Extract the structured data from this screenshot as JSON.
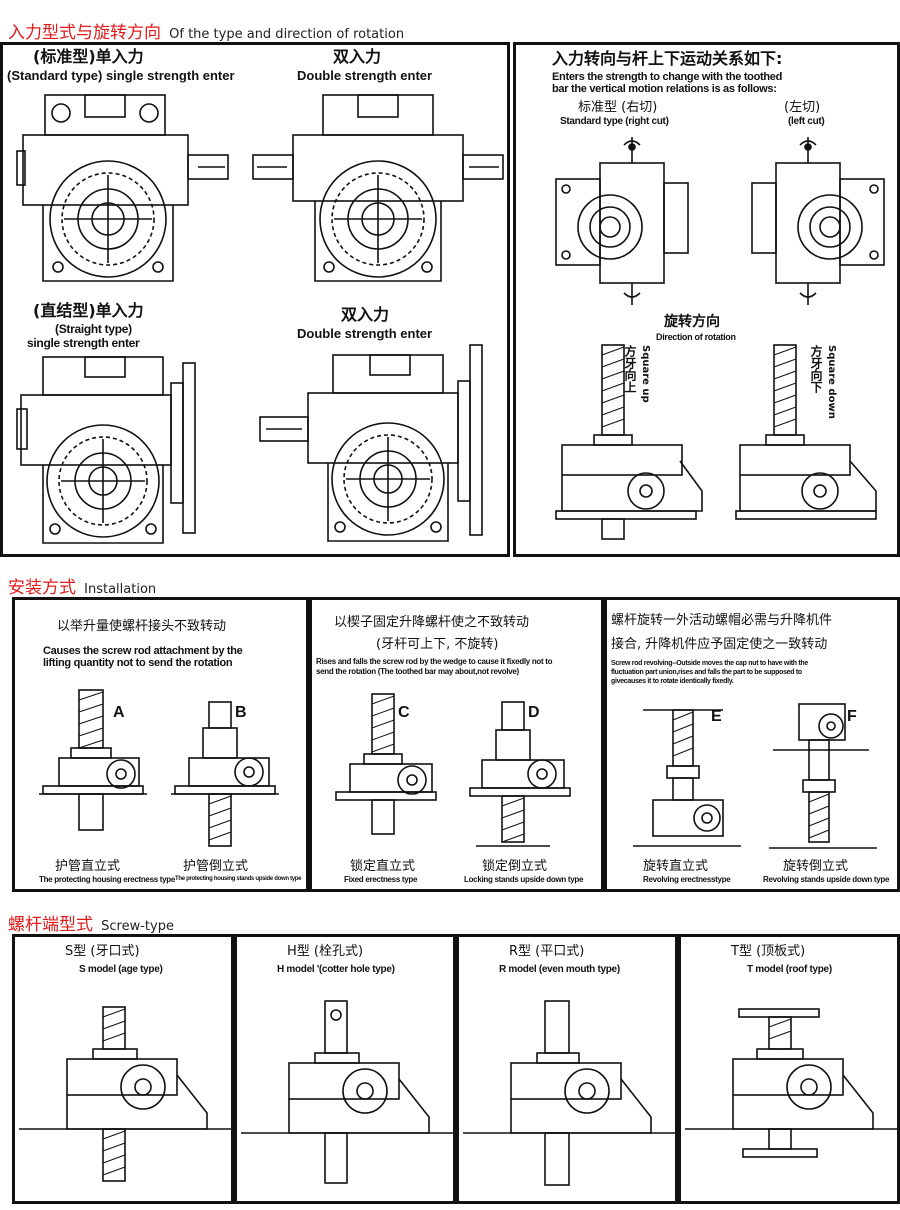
{
  "sections": {
    "rotation": {
      "cn": "入力型式与旋转方向",
      "en": "Of the type and direction of rotation"
    },
    "install": {
      "cn": "安装方式",
      "en": "Installation"
    },
    "screw": {
      "cn": "螺杆端型式",
      "en": "Screw-type"
    }
  },
  "types": {
    "standard_cn": "(标准型)单入力",
    "standard_en": "(Standard type) single strength enter",
    "double1_cn": "双入力",
    "double1_en": "Double strength enter",
    "straight_cn": "(直结型)单入力",
    "straight_en1": "(Straight type)",
    "straight_en2": "single strength enter",
    "double2_cn": "双入力",
    "double2_en": "Double strength enter"
  },
  "relation": {
    "title_cn": "入力转向与杆上下运动关系如下:",
    "title_en1": "Enters the strength to change with the toothed",
    "title_en2": "bar the vertical motion relations is as follows:",
    "right_cn": "标准型 (右切)",
    "right_en": "Standard type (right cut)",
    "left_cn": "(左切)",
    "left_en": "(left cut)",
    "dir_cn": "旋转方向",
    "dir_en": "Direction of rotation",
    "up_cn": "方牙向上",
    "up_en": "Square up",
    "down_cn": "方牙向下",
    "down_en": "Square down"
  },
  "install": {
    "p1_cn": "以举升量使螺杆接头不致转动",
    "p1_en1": "Causes the screw rod attachment by the",
    "p1_en2": "lifting quantity not to send the rotation",
    "p2_cn1": "以楔子固定升降螺杆使之不致转动",
    "p2_cn2": "(牙杆可上下, 不旋转)",
    "p2_en1": "Rises and falls the screw rod by the wedge to cause it fixedly not to",
    "p2_en2": "send the rotation (The toothed bar may about,not revolve)",
    "p3_cn1": "螺杆旋转一外活动螺帽必需与升降机件",
    "p3_cn2": "接合, 升降机件应予固定使之一致转动",
    "p3_en1": "Screw rod revolving--Outside moves the cap nut to have with the",
    "p3_en2": "fluctuation part union,rises and falls the part to be supposed to",
    "p3_en3": "givecauses it to rotate identically fixedly.",
    "letters": [
      "A",
      "B",
      "C",
      "D",
      "E",
      "F"
    ],
    "a_cn": "护管直立式",
    "a_en": "The protecting housing erectness type",
    "b_cn": "护管倒立式",
    "b_en": "The protecting housing stands upside down type",
    "c_cn": "锁定直立式",
    "c_en": "Fixed erectness type",
    "d_cn": "锁定倒立式",
    "d_en": "Locking stands upside down type",
    "e_cn": "旋转直立式",
    "e_en": "Revolving erectnesstype",
    "f_cn": "旋转倒立式",
    "f_en": "Revolving stands upside down type"
  },
  "screw": {
    "s_cn": "S型 (牙口式)",
    "s_en": "S model (age type)",
    "h_cn": "H型 (栓孔式)",
    "h_en": "H model '(cotter hole type)",
    "r_cn": "R型 (平口式)",
    "r_en": "R model (even mouth type)",
    "t_cn": "T型 (顶板式)",
    "t_en": "T model (roof type)"
  },
  "colors": {
    "accent": "#e11b1b",
    "line": "#111111"
  }
}
